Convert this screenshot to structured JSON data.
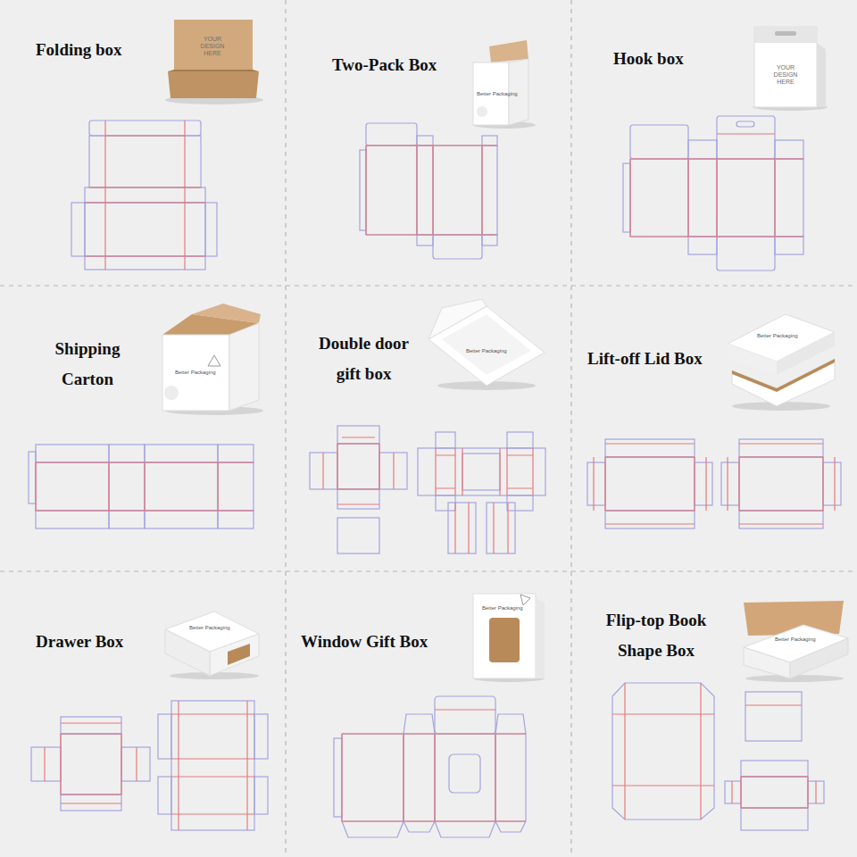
{
  "diagram": {
    "labels": [
      "Folding box",
      "YOUR DESIGN HERE",
      "Two-Pack Box",
      "Better Packaging",
      "Hook box",
      "YOUR DESIGN HERE",
      "Shipping Carton",
      "Better Packaging",
      "Double door gift box",
      "Better Packaging",
      "Lift-off Lid Box",
      "Better Packaging",
      "Drawer Box",
      "Better Packaging",
      "Window Gift Box",
      "Better Packaging",
      "Flip-top Book Shape Box",
      "Better Packaging"
    ]
  }
}
